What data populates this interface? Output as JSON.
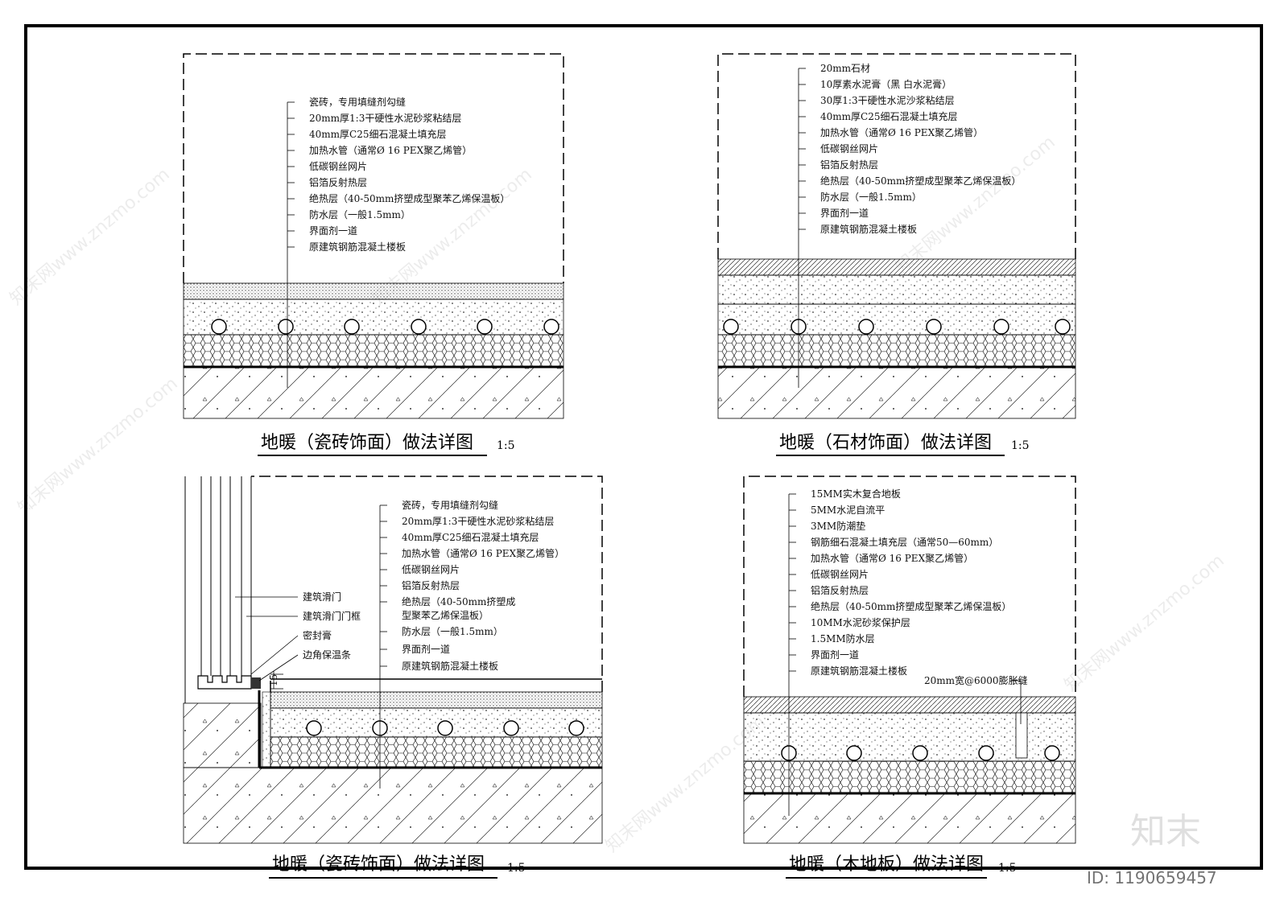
{
  "panels": [
    {
      "title": "地暖（瓷砖饰面）做法详图",
      "scale": "1:5",
      "layers": [
        "瓷砖，专用填缝剂勾缝",
        "20mm厚1:3干硬性水泥砂浆粘结层",
        "40mm厚C25细石混凝土填充层",
        "加热水管（通常Ø 16 PEX聚乙烯管）",
        "低碳钢丝网片",
        "铝箔反射热层",
        "绝热层（40-50mm挤塑成型聚苯乙烯保温板）",
        "防水层（一般1.5mm）",
        "界面剂一道",
        "原建筑钢筋混凝土楼板"
      ]
    },
    {
      "title": "地暖（石材饰面）做法详图",
      "scale": "1:5",
      "layers": [
        "20mm石材",
        "10厚素水泥膏（黑 白水泥膏）",
        "30厚1:3干硬性水泥沙浆粘结层",
        "40mm厚C25细石混凝土填充层",
        "加热水管（通常Ø 16 PEX聚乙烯管）",
        "低碳钢丝网片",
        "铝箔反射热层",
        "绝热层（40-50mm挤塑成型聚苯乙烯保温板）",
        "防水层（一般1.5mm）",
        "界面剂一道",
        "原建筑钢筋混凝土楼板"
      ]
    },
    {
      "title": "地暖（瓷砖饰面）做法详图",
      "scale": "1:5",
      "layers": [
        "瓷砖，专用填缝剂勾缝",
        "20mm厚1:3干硬性水泥砂浆粘结层",
        "40mm厚C25细石混凝土填充层",
        "加热水管（通常Ø 16 PEX聚乙烯管）",
        "低碳钢丝网片",
        "铝箔反射热层",
        "绝热层（40-50mm挤塑成",
        "型聚苯乙烯保温板）",
        "防水层（一般1.5mm）",
        "界面剂一道",
        "原建筑钢筋混凝土楼板"
      ],
      "side_labels": [
        "建筑滑门",
        "建筑滑门门框",
        "密封膏",
        "边角保温条"
      ],
      "dimension": "15"
    },
    {
      "title": "地暖（木地板）做法详图",
      "scale": "1:5",
      "layers": [
        "15MM实木复合地板",
        "5MM水泥自流平",
        "3MM防潮垫",
        "钢筋细石混凝土填充层（通常50—60mm）",
        "加热水管（通常Ø 16 PEX聚乙烯管）",
        "低碳钢丝网片",
        "铝箔反射热层",
        "绝热层（40-50mm挤塑成型聚苯乙烯保温板）",
        "10MM水泥砂浆保护层",
        "1.5MM防水层",
        "界面剂一道",
        "原建筑钢筋混凝土楼板"
      ],
      "joint_label": "20mm宽@6000膨胀缝"
    }
  ],
  "watermark": "知末网www.znzmo.com",
  "logo": "知末",
  "id_text": "ID: 1190659457"
}
